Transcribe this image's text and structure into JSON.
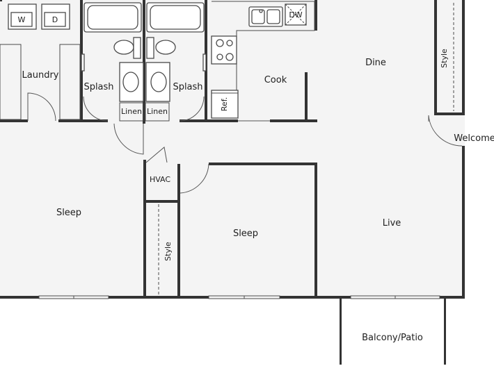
{
  "rooms": {
    "laundry": "Laundry",
    "splash_left": "Splash",
    "splash_right": "Splash",
    "linen_left": "Linen",
    "linen_right": "Linen",
    "cook": "Cook",
    "dine": "Dine",
    "welcome": "Welcome",
    "hvac": "HVAC",
    "sleep_left": "Sleep",
    "sleep_center": "Sleep",
    "live": "Live",
    "balcony": "Balcony/Patio",
    "style_top": "Style",
    "style_center": "Style"
  },
  "appliances": {
    "washer": "W",
    "dryer": "D",
    "dishwasher": "DW",
    "refrigerator": "Ref."
  },
  "colors": {
    "floor": "#f4f4f4",
    "wall": "#333333",
    "balcony": "#ffffff"
  }
}
